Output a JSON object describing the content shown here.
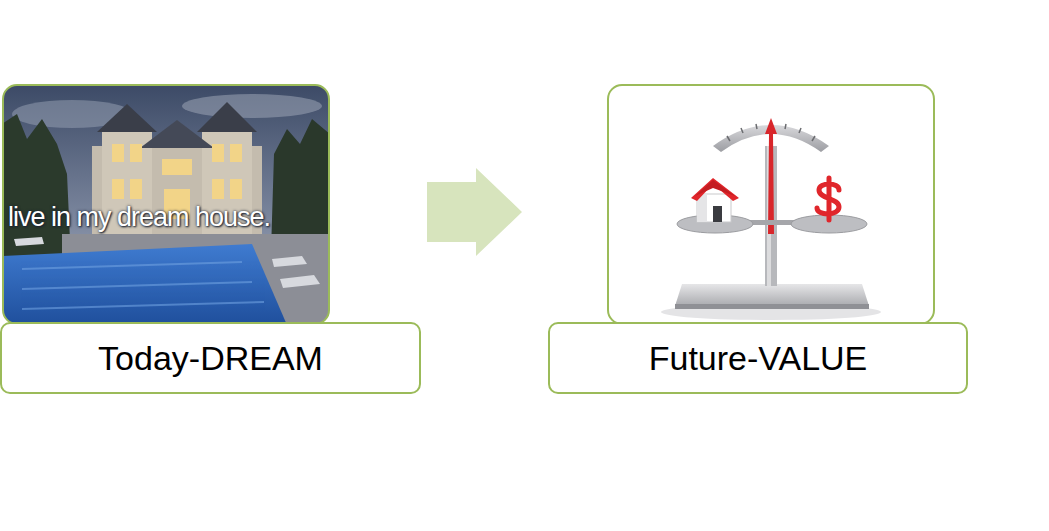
{
  "diagram": {
    "nodes": [
      {
        "text": [
          "Today-DREAM"
        ]
      },
      {
        "text": [
          "Future-VALUE"
        ]
      }
    ],
    "edges": [
      {
        "from": 0,
        "to": 1,
        "arrow": "to"
      }
    ],
    "labels": [
      "live in my dream house."
    ]
  }
}
